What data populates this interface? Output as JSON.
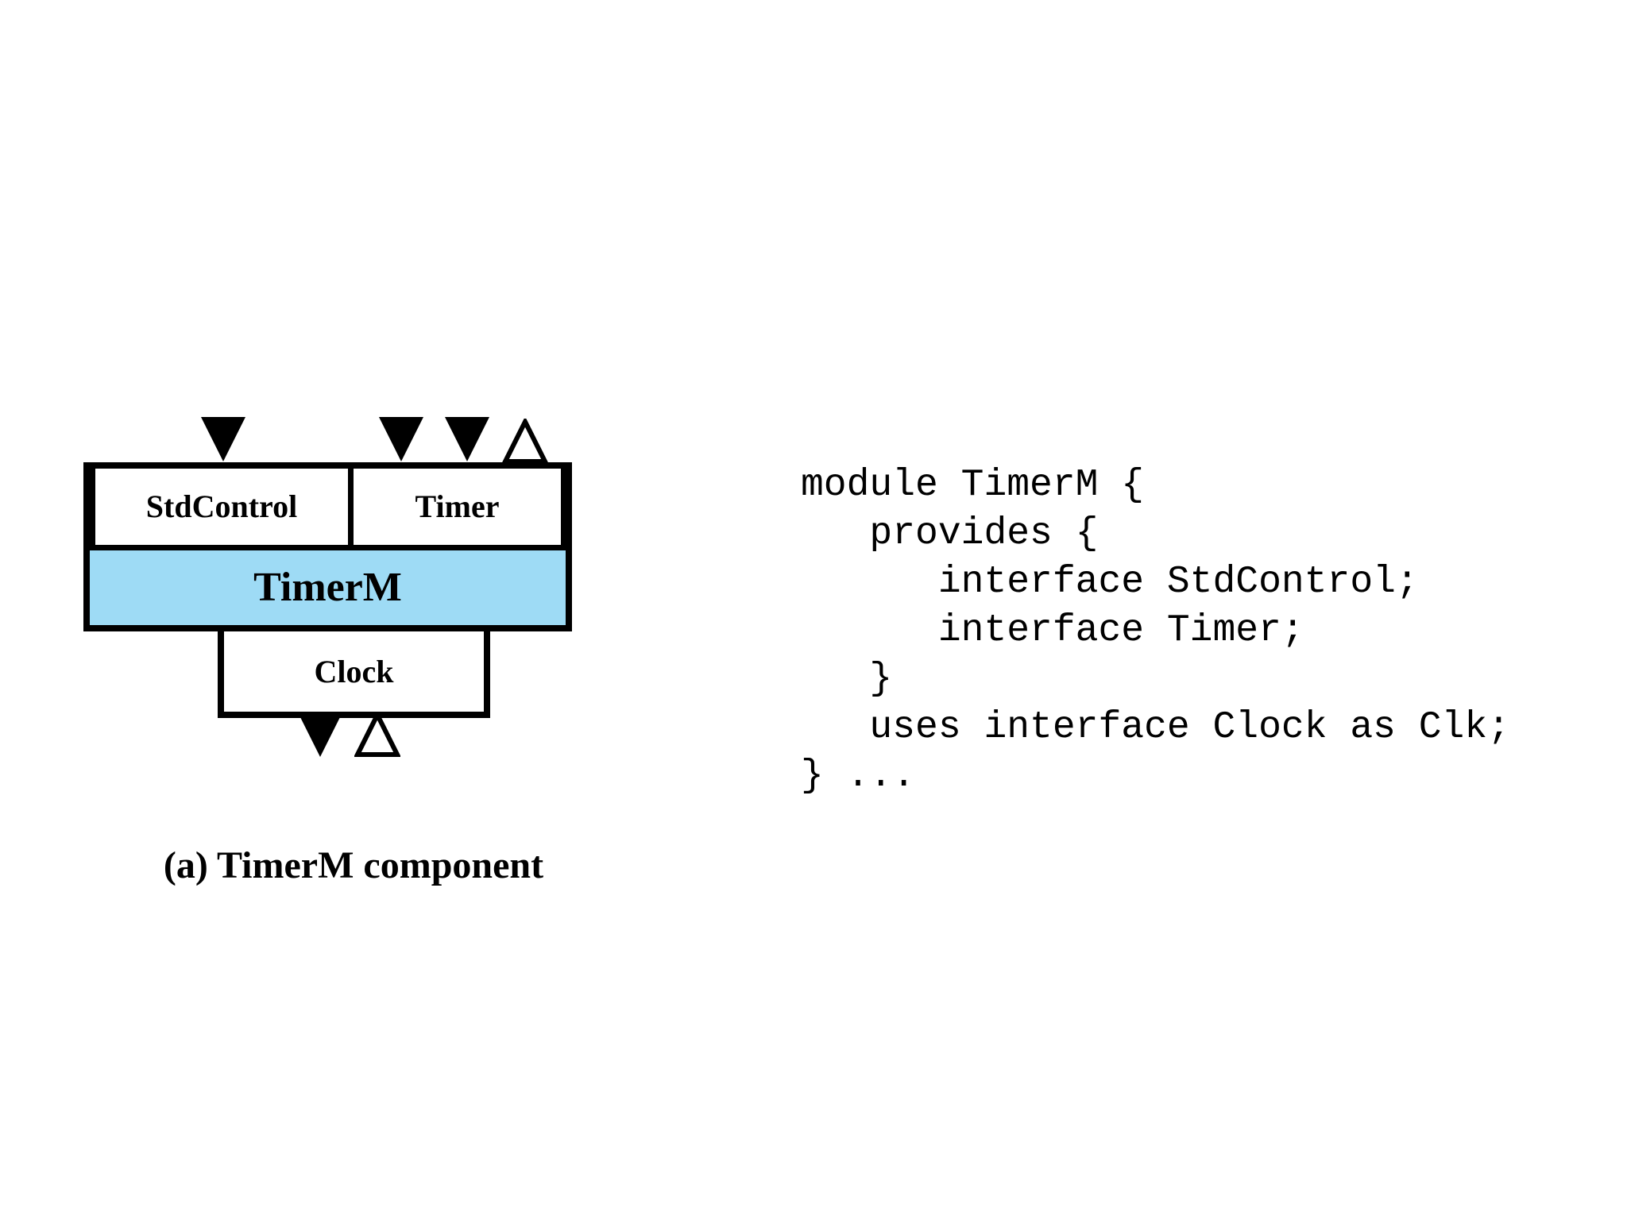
{
  "figure": {
    "caption": "(a) TimerM component",
    "boxes": {
      "std_control": "StdControl",
      "timer": "Timer",
      "timer_m": "TimerM",
      "clock": "Clock"
    },
    "icons": {
      "command": "filled-down-triangle",
      "event": "open-up-triangle"
    },
    "colors": {
      "component_fill": "#9EDBF5",
      "line": "#000000",
      "background": "#FFFFFF"
    }
  },
  "code": {
    "lines": [
      "module TimerM {",
      "   provides {",
      "      interface StdControl;",
      "      interface Timer;",
      "   }",
      "   uses interface Clock as Clk;",
      "} ..."
    ]
  }
}
